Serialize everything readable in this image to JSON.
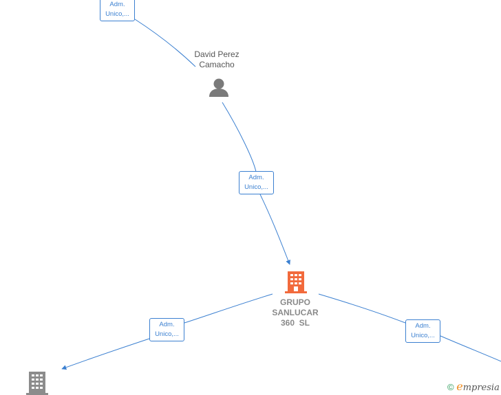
{
  "colors": {
    "edge": "#3a7fd0",
    "person_icon": "#7a7a7a",
    "company_main": "#f26a3c",
    "company_other": "#8c8c8c",
    "watermark_copyright": "#2a9a58",
    "watermark_e": "#f08c1e"
  },
  "nodes": {
    "person": {
      "name_line1": "David Perez",
      "name_line2": "Camacho",
      "icon": "person-icon"
    },
    "main_company": {
      "name_line1": "GRUPO",
      "name_line2": "SANLUCAR",
      "name_line3": "360  SL",
      "icon": "building-icon"
    },
    "other_company": {
      "icon": "building-icon"
    }
  },
  "edges": {
    "top": {
      "line1": "Adm.",
      "line2": "Unico,..."
    },
    "person_to_main": {
      "line1": "Adm.",
      "line2": "Unico,..."
    },
    "main_to_left": {
      "line1": "Adm.",
      "line2": "Unico,..."
    },
    "main_to_right": {
      "line1": "Adm.",
      "line2": "Unico,..."
    }
  },
  "watermark": {
    "copyright": "©",
    "brand_initial": "e",
    "brand_rest": "mpresia"
  }
}
